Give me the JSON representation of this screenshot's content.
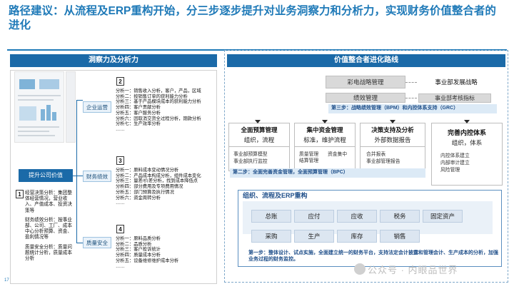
{
  "title": "路径建议：从流程及ERP重构开始，分三步逐步提升对业务洞察力和分析力，实现财务价值整合者的进化",
  "left": {
    "header": "洞察力及分析力",
    "improve": "提升公司价值",
    "badges": [
      "1",
      "2",
      "3",
      "4"
    ],
    "notes": [
      "经营决策分析：集团整体经营情况，营业收入、产值成本、投资决策等",
      "财务绩效分析：按事业部、公司、工厂、成本中心分析预算、资金、盈利情况等",
      "质量安全分析：质量问题统计分析，质量成本分析"
    ],
    "sections": [
      {
        "label": "企业运营",
        "items": [
          "分析一：销售收入分析，客户，产品，区域",
          "分析二：按销售订单的获利能力分析",
          "分析三：基于产品模块成本的获利能力分析",
          "分析四：客户贡献分析",
          "分析五：客户服务分析",
          "分析六：因取消交货全过程分析，期款分析",
          "分析七：生产效率分析",
          "……"
        ]
      },
      {
        "label": "财务绩效",
        "items": [
          "分析一：原料成本变动情况分析",
          "分析二：产品成本构成分析，组件成本变化",
          "分析三：量差/价差分析，找到成本降低点",
          "分析四：部分费用及专项费用情况",
          "分析五：部门预算及执行情况",
          "分析六：资金周转分析",
          "……"
        ]
      },
      {
        "label": "质量安全",
        "items": [
          "分析一：原料品质分析",
          "分析二：品质分析",
          "分析三：客户投诉统计",
          "分析四：质量成本分析",
          "分析五：设备维修维护成本分析",
          "……"
        ]
      }
    ]
  },
  "right": {
    "header": "价值整合者进化路线",
    "top_left": [
      "彩电战略管理",
      "绩效管理"
    ],
    "top_right": [
      "事业部发展战略",
      "事业部考核指标"
    ],
    "step3": "第三步：战略绩效管理（BPM）和内控体系支持（GRC）",
    "modules": [
      {
        "head": "全面预算管理",
        "sub": "组织，流程",
        "items": [
          "事业部预算模型",
          "事业部执行监控"
        ]
      },
      {
        "head": "集中资金管理",
        "sub": "标准，维护流程",
        "items": [
          "质量管理",
          "资金集中",
          "结算管理"
        ]
      },
      {
        "head": "决策支持及分析",
        "sub": "外部数据报告",
        "items": [
          "合并报表",
          "事业部管理报告"
        ]
      },
      {
        "head": "完善内控体系",
        "sub": "组织，体系",
        "items": [
          "内控体系建立",
          "内部审计建立",
          "风险管理"
        ]
      }
    ],
    "step2": "第二步：全面完善资金管理，全面预算管理（BPC）",
    "erp_title": "组织、流程及ERP重构",
    "erp_row1": [
      "总账",
      "应付",
      "应收",
      "税务",
      "固定资产"
    ],
    "erp_row2": [
      "采购",
      "生产",
      "库存",
      "销售"
    ],
    "step1": "第一步：整体设计、试点实施，全面建立统一的财务平台，支持法定会计披露和管理会计、生产成本的分析，加强业务过程的财务监控。"
  },
  "watermark": "公众号 · 内眼品世界",
  "page_number": "17"
}
